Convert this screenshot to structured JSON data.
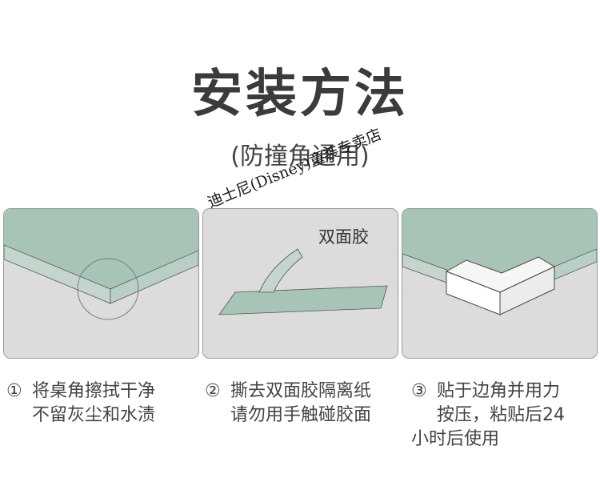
{
  "title": "安装方法",
  "subtitle": "(防撞角通用)",
  "watermark": "迪士尼(Disney)童装专卖店",
  "tape_label": "双面胶",
  "steps": [
    {
      "num": "①",
      "lines": [
        "将桌角擦拭干净",
        "不留灰尘和水渍"
      ]
    },
    {
      "num": "②",
      "lines": [
        "撕去双面胶隔离纸",
        "请勿用手触碰胶面"
      ]
    },
    {
      "num": "③",
      "lines": [
        "贴于边角并用力",
        "按压，粘贴后24",
        "小时后使用"
      ]
    }
  ],
  "colors": {
    "table_top": "#a8c4b7",
    "table_edge": "#c9d9d1",
    "floor": "#dcdcdc",
    "text": "#3b3b3b"
  }
}
